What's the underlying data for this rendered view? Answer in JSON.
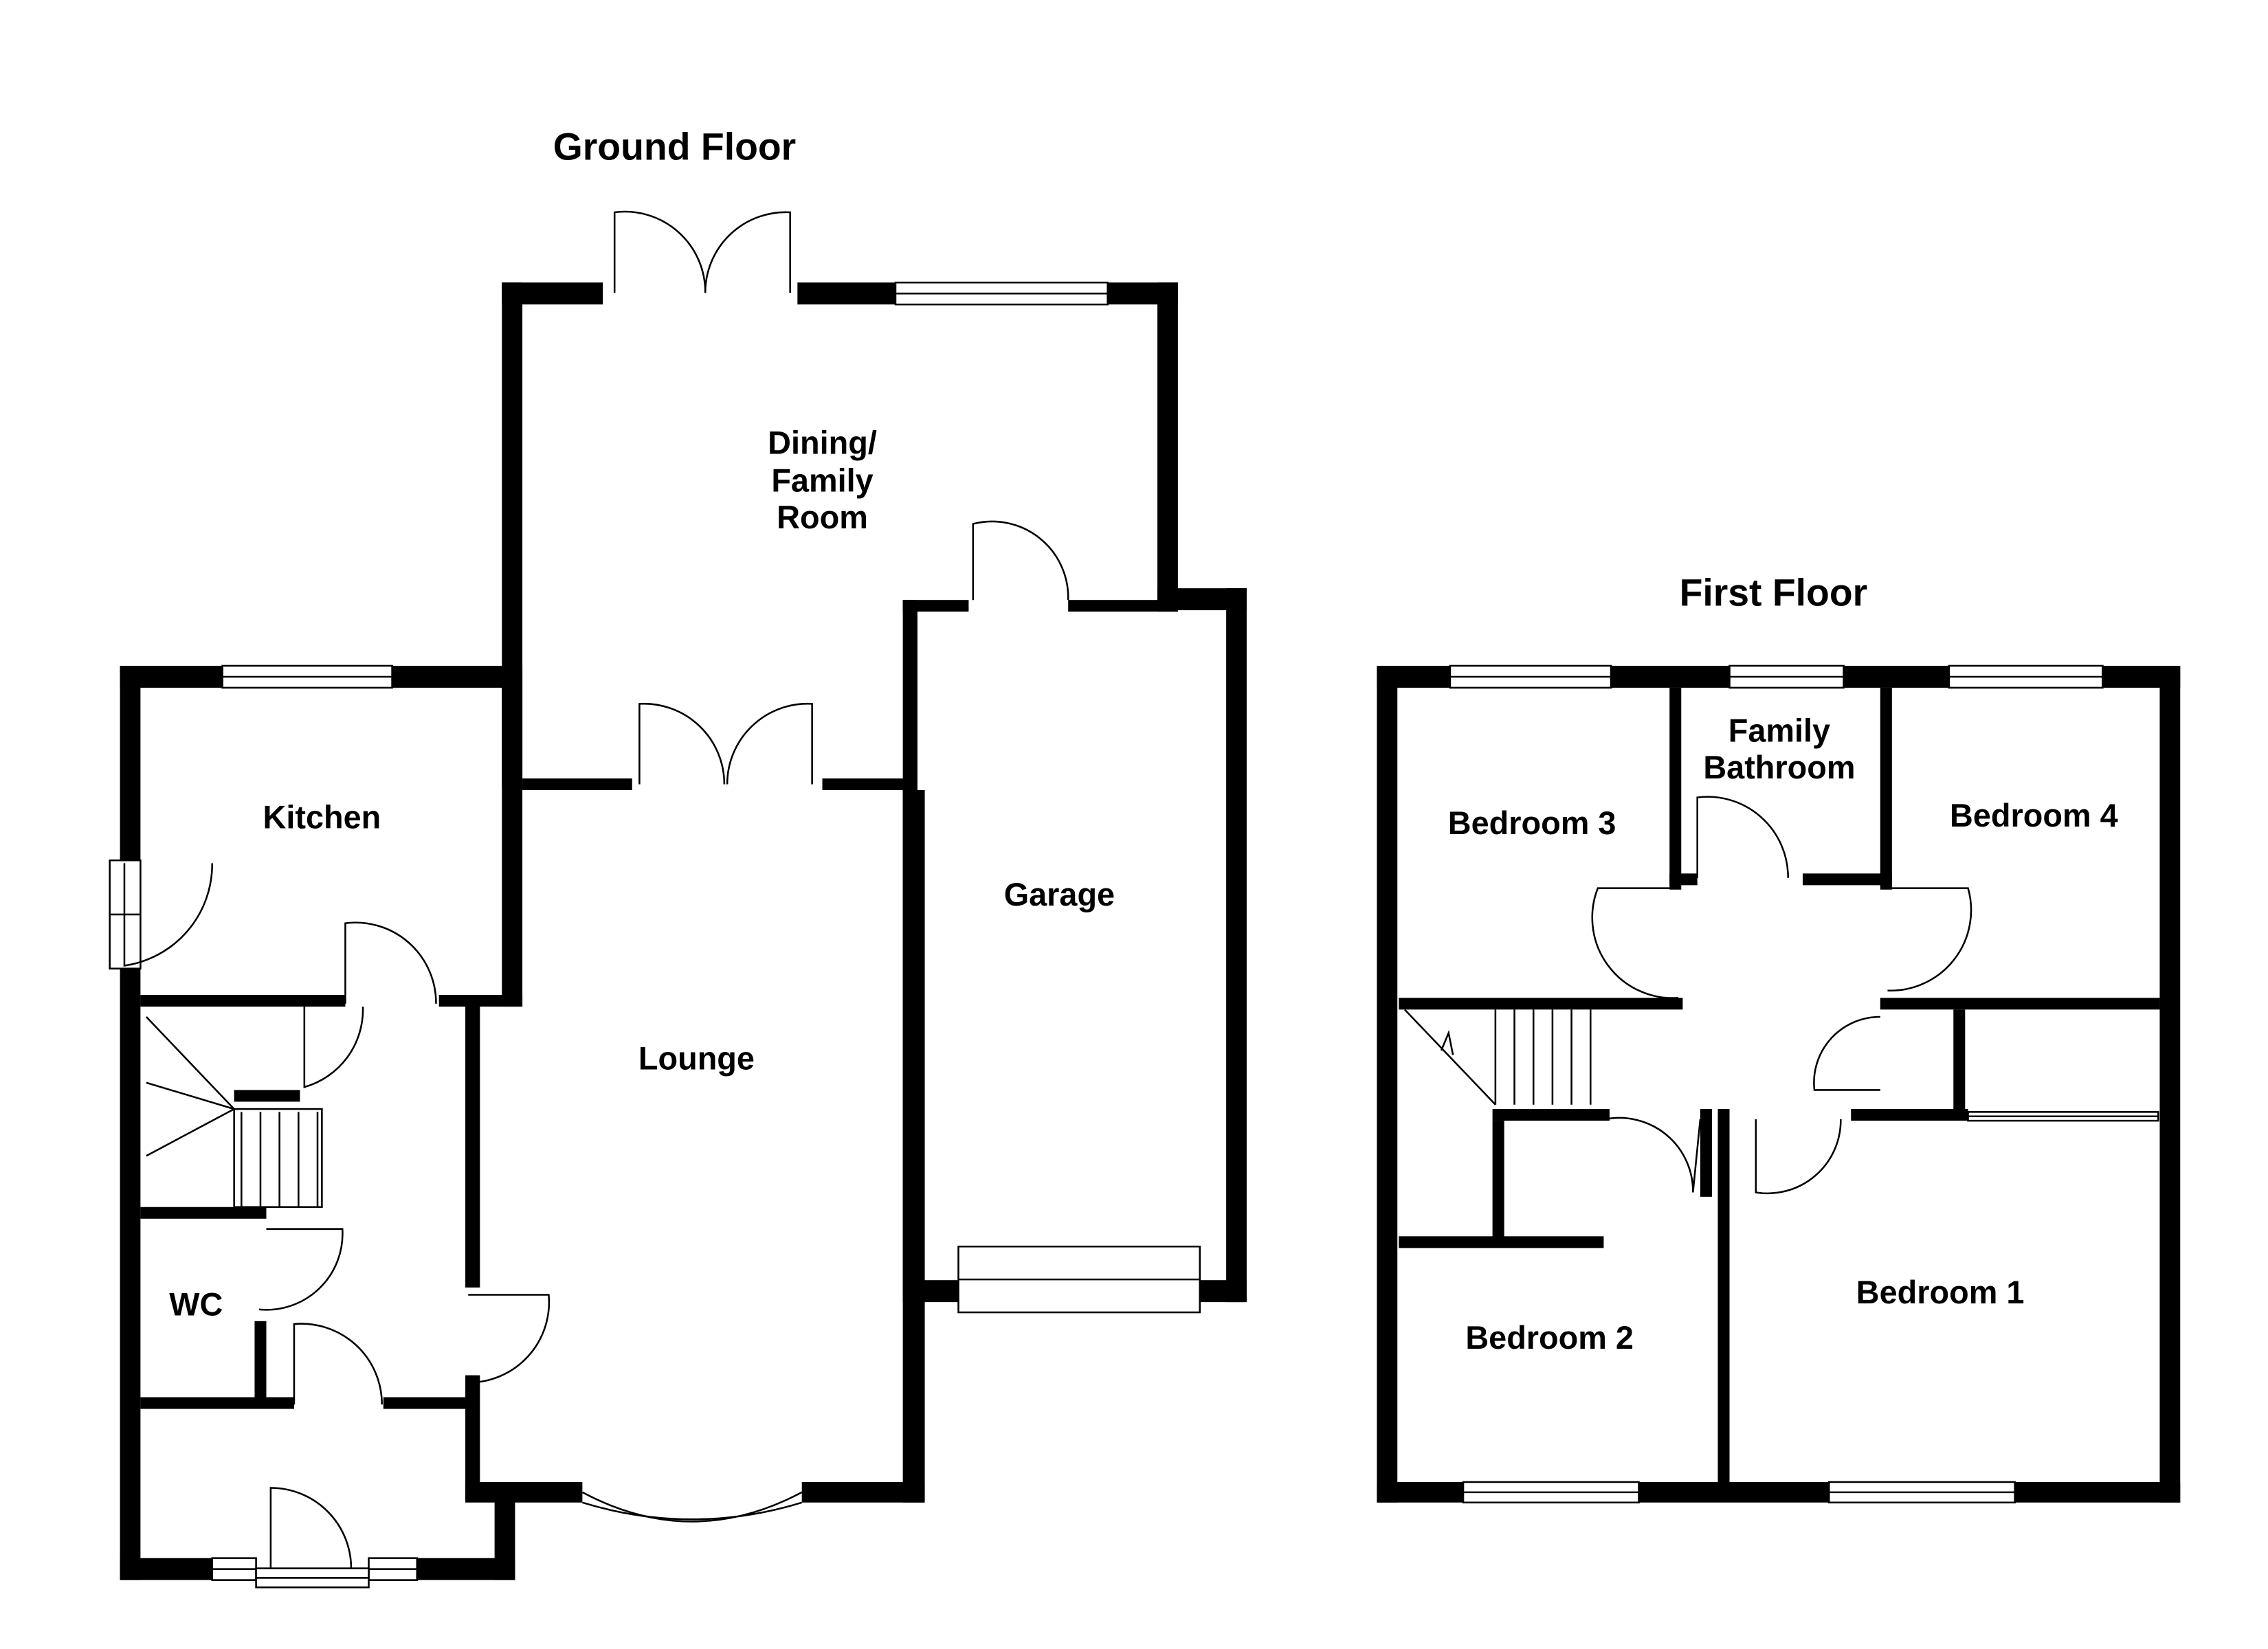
{
  "ground_floor": {
    "title": "Ground Floor",
    "rooms": {
      "dining_line1": "Dining/",
      "dining_line2": "Family",
      "dining_line3": "Room",
      "kitchen": "Kitchen",
      "garage": "Garage",
      "lounge": "Lounge",
      "wc": "WC"
    }
  },
  "first_floor": {
    "title": "First Floor",
    "rooms": {
      "bedroom3": "Bedroom 3",
      "bathroom_line1": "Family",
      "bathroom_line2": "Bathroom",
      "bedroom4": "Bedroom 4",
      "bedroom1": "Bedroom 1",
      "bedroom2": "Bedroom 2"
    }
  }
}
